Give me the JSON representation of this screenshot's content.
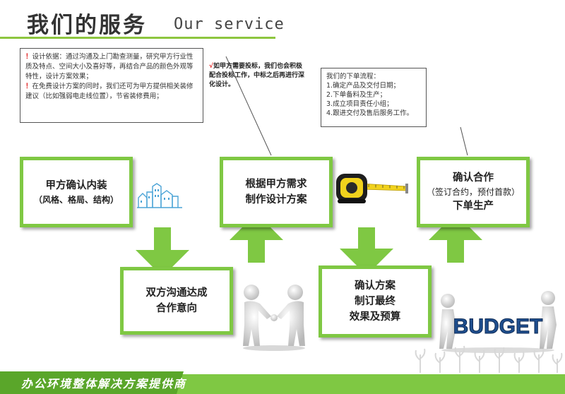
{
  "header": {
    "title_cn": "我们的服务",
    "title_en": "Our service"
  },
  "notes": {
    "design_basis": {
      "line1": "设计依据：通过沟通及上门勘查测量，研究甲方行业性质及特点、空间大小及喜好等，再结合产品的颜色外观等特性，设计方案效果；",
      "line2": "在免费设计方案的同时，我们还可为甲方提供相关装修建议（比如强弱电走线位置），节省装修费用；"
    },
    "bidding": "如甲方需要投标，我们也会积极配合投标工作，中标之后再进行深化设计。",
    "process": {
      "title": "我们的下单流程：",
      "items": [
        "1.确定产品及交付日期；",
        "2.下单备料及生产；",
        "3.成立项目责任小组；",
        "4.跟进交付及售后服务工作。"
      ]
    }
  },
  "steps": {
    "s1": {
      "line1": "甲方确认内装",
      "line2": "（风格、格局、结构）"
    },
    "s2": {
      "line1": "双方沟通达成",
      "line2": "合作意向"
    },
    "s3": {
      "line1": "根据甲方需求",
      "line2": "制作设计方案"
    },
    "s4": {
      "line1": "确认方案",
      "line2": "制订最终",
      "line3": "效果及预算"
    },
    "s5": {
      "line1": "确认合作",
      "line2": "（签订合约，预付首款）",
      "line3": "下单生产"
    }
  },
  "budget_label": "BUDGET",
  "footer": {
    "text": "办公环境整体解决方案提供商"
  },
  "colors": {
    "accent": "#7fc843",
    "arrow": "#7fc843",
    "bang": "#e02020"
  }
}
